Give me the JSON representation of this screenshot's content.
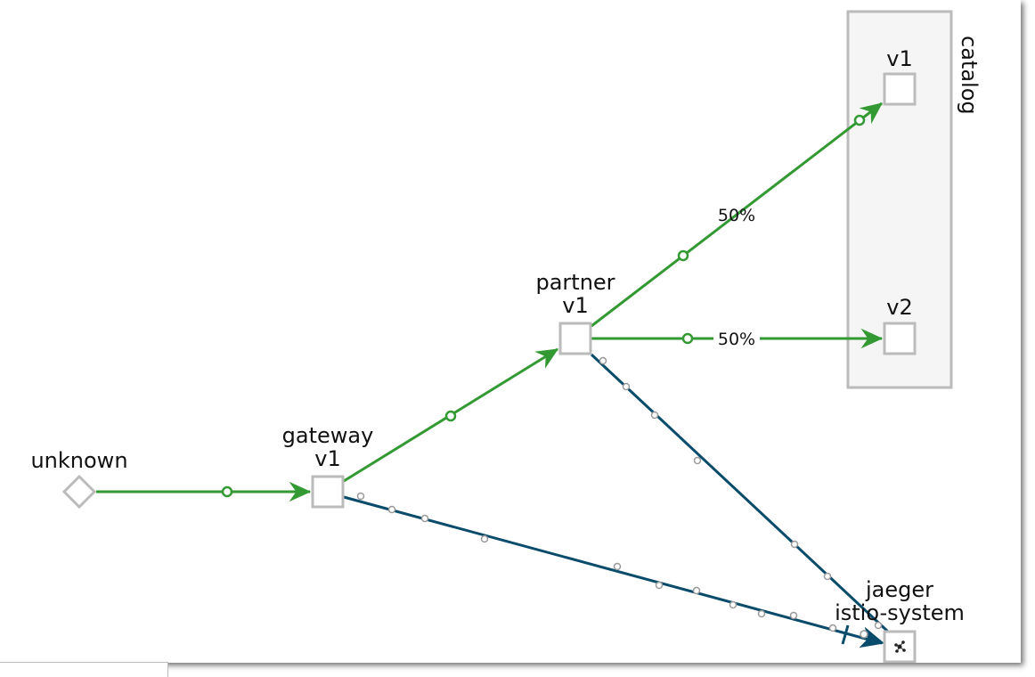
{
  "colors": {
    "http_edge": "#339933",
    "tcp_edge": "#084b6b",
    "node_border": "#bbbbbb",
    "box_fill": "#f5f5f5",
    "dot": "#999999"
  },
  "nodes": [
    {
      "id": "unknown",
      "lines": [
        "unknown"
      ],
      "shape": "diamond",
      "icon": ""
    },
    {
      "id": "gateway",
      "lines": [
        "gateway",
        "v1"
      ],
      "shape": "square",
      "icon": ""
    },
    {
      "id": "partner",
      "lines": [
        "partner",
        "v1"
      ],
      "shape": "square",
      "icon": ""
    },
    {
      "id": "catalog_v1",
      "lines": [
        "v1"
      ],
      "shape": "square",
      "icon": ""
    },
    {
      "id": "catalog_v2",
      "lines": [
        "v2"
      ],
      "shape": "square",
      "icon": ""
    },
    {
      "id": "jaeger",
      "lines": [
        "jaeger",
        "istio-system"
      ],
      "shape": "square",
      "icon": "service-icon"
    }
  ],
  "group": {
    "id": "catalog",
    "label": "catalog"
  },
  "edges": [
    {
      "id": "unknown-gateway",
      "from": "unknown",
      "to": "gateway",
      "protocol": "http",
      "label": ""
    },
    {
      "id": "gateway-partner",
      "from": "gateway",
      "to": "partner",
      "protocol": "http",
      "label": ""
    },
    {
      "id": "partner-catalog_v1",
      "from": "partner",
      "to": "catalog_v1",
      "protocol": "http",
      "label": "50%"
    },
    {
      "id": "partner-catalog_v2",
      "from": "partner",
      "to": "catalog_v2",
      "protocol": "http",
      "label": "50%"
    },
    {
      "id": "gateway-jaeger",
      "from": "gateway",
      "to": "jaeger",
      "protocol": "tcp",
      "label": ""
    },
    {
      "id": "partner-jaeger",
      "from": "partner",
      "to": "jaeger",
      "protocol": "tcp",
      "label": ""
    }
  ]
}
